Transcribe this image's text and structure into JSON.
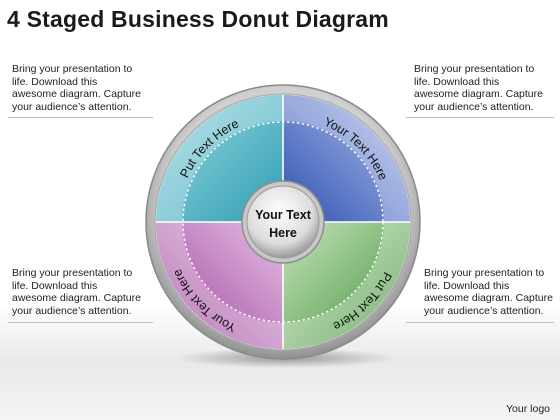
{
  "title": "4 Staged Business Donut Diagram",
  "notes": {
    "top_left": [
      "Bring your presentation to",
      "life. Download this",
      "awesome diagram. Capture",
      "your audience’s attention."
    ],
    "top_right": [
      "Bring your presentation to",
      "life. Download this",
      "awesome diagram. Capture",
      "your audience’s attention."
    ],
    "bottom_left": [
      "Bring your presentation to",
      "life. Download this",
      "awesome diagram. Capture",
      "your audience’s attention."
    ],
    "bottom_right": [
      "Bring your presentation to",
      "life. Download this",
      "awesome diagram. Capture",
      "your audience’s attention."
    ]
  },
  "donut": {
    "center_text": [
      "Your Text",
      "Here"
    ],
    "segments": [
      {
        "label": "Put Text Here",
        "color": "#4ab3c6"
      },
      {
        "label": "Your Text Here",
        "color": "#4f6fc2"
      },
      {
        "label": "Put Text Here",
        "color": "#6cb35f"
      },
      {
        "label": "Your Text Here",
        "color": "#b05cae"
      }
    ]
  },
  "logo": "Your logo"
}
